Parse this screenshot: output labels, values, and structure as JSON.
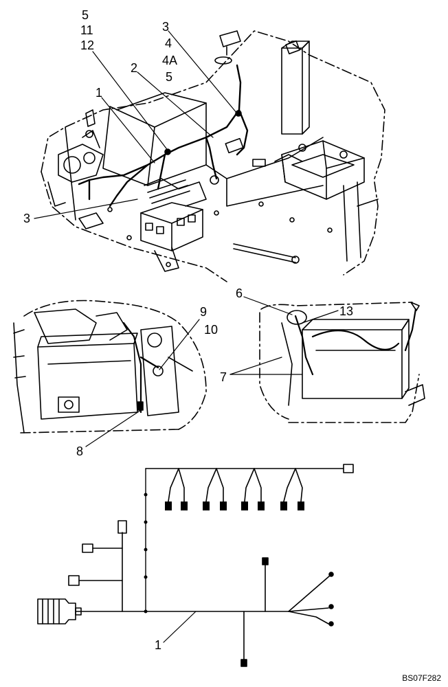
{
  "diagram": {
    "top_labels": [
      "5",
      "11",
      "12",
      "3",
      "4",
      "4A",
      "2",
      "5",
      "1",
      "3"
    ],
    "left_inset_labels": [
      "9",
      "10",
      "8"
    ],
    "right_inset_labels": [
      "6",
      "13",
      "7"
    ],
    "harness_labels": [
      "1"
    ],
    "drawing_code": "BS07F282"
  }
}
